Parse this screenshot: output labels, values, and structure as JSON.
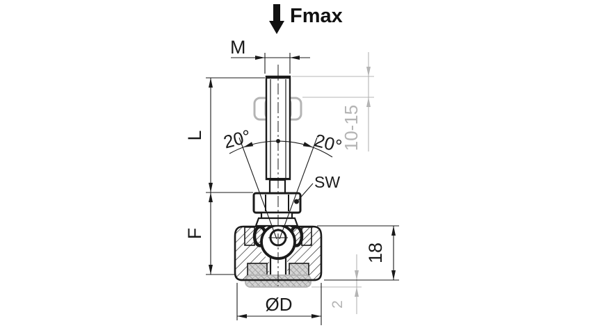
{
  "drawing": {
    "title": "levelling-foot-dimension-drawing",
    "force_label": "Fmax",
    "thread_label": "M",
    "thread_length_label": "L",
    "tilt_angle_left": "20°",
    "tilt_angle_right": "20°",
    "wrench_size_label": "SW",
    "foot_height_label": "F",
    "thread_protrusion_range": "10-15",
    "base_height_value": "18",
    "pad_protrusion_value": "2",
    "base_diameter_label": "ØD",
    "colors": {
      "line": "#1a1a1a",
      "ghost_gray": "#b4b4b4",
      "pad_fill": "#d4d4d4",
      "background": "#ffffff"
    }
  }
}
